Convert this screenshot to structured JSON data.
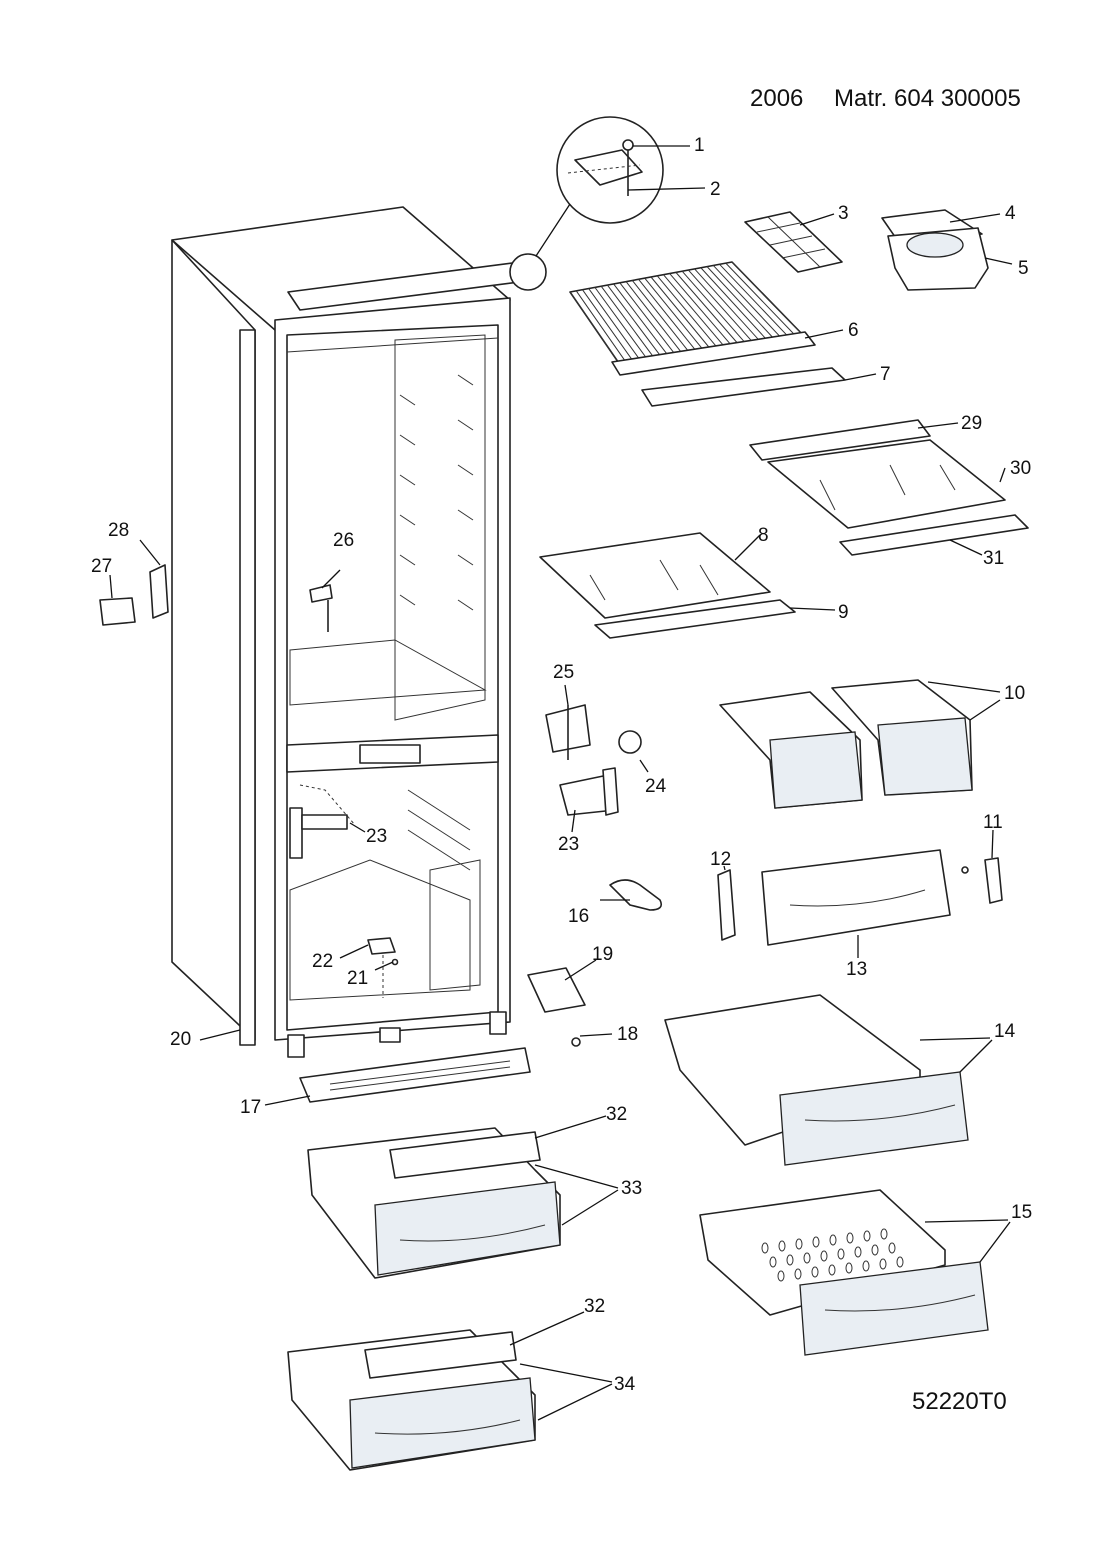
{
  "header": {
    "year": "2006",
    "matr": "Matr. 604 300005"
  },
  "footer": {
    "code": "52220T0"
  },
  "callouts": {
    "c1": "1",
    "c2": "2",
    "c3": "3",
    "c4": "4",
    "c5": "5",
    "c6": "6",
    "c7": "7",
    "c8": "8",
    "c9": "9",
    "c10": "10",
    "c11": "11",
    "c12": "12",
    "c13": "13",
    "c14": "14",
    "c15": "15",
    "c16": "16",
    "c17": "17",
    "c18": "18",
    "c19": "19",
    "c20": "20",
    "c21": "21",
    "c22": "22",
    "c23a": "23",
    "c23b": "23",
    "c24": "24",
    "c25": "25",
    "c26": "26",
    "c27": "27",
    "c28": "28",
    "c29": "29",
    "c30": "30",
    "c31": "31",
    "c32a": "32",
    "c32b": "32",
    "c33": "33",
    "c34": "34"
  }
}
